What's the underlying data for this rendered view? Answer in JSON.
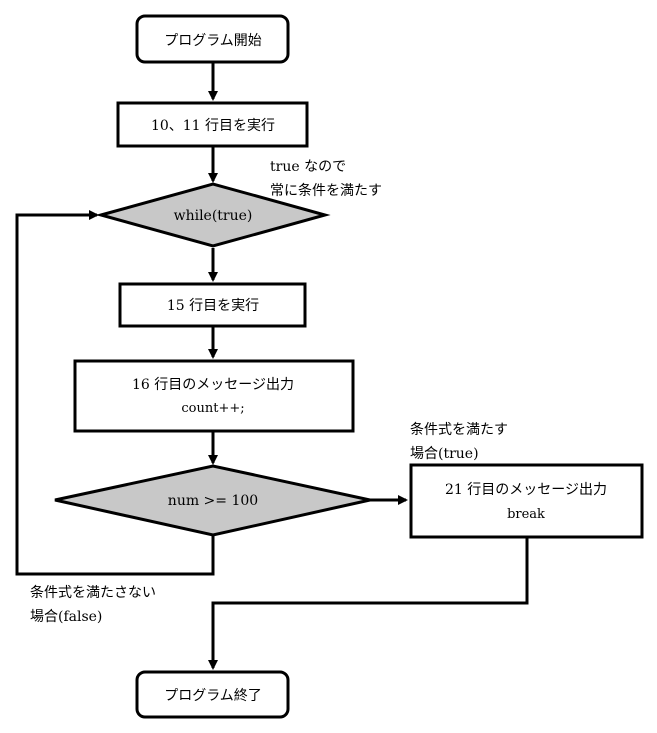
{
  "nodes": {
    "start": "プログラム開始",
    "init": "10、11 行目を実行",
    "while_cond": "while(true)",
    "line15": "15 行目を実行",
    "line16": "16 行目のメッセージ出力",
    "count": "count++;",
    "num_cond": "num >= 100",
    "line21": "21 行目のメッセージ出力",
    "break": "break",
    "end": "プログラム終了"
  },
  "annotations": {
    "while_note_1": "true なので",
    "while_note_2": "常に条件を満たす",
    "true_note_1": "条件式を満たす",
    "true_note_2": "場合(true)",
    "false_note_1": "条件式を満たさない",
    "false_note_2": "場合(false)"
  },
  "colors": {
    "decision_fill": "#c8c8c8",
    "stroke": "#000000"
  }
}
